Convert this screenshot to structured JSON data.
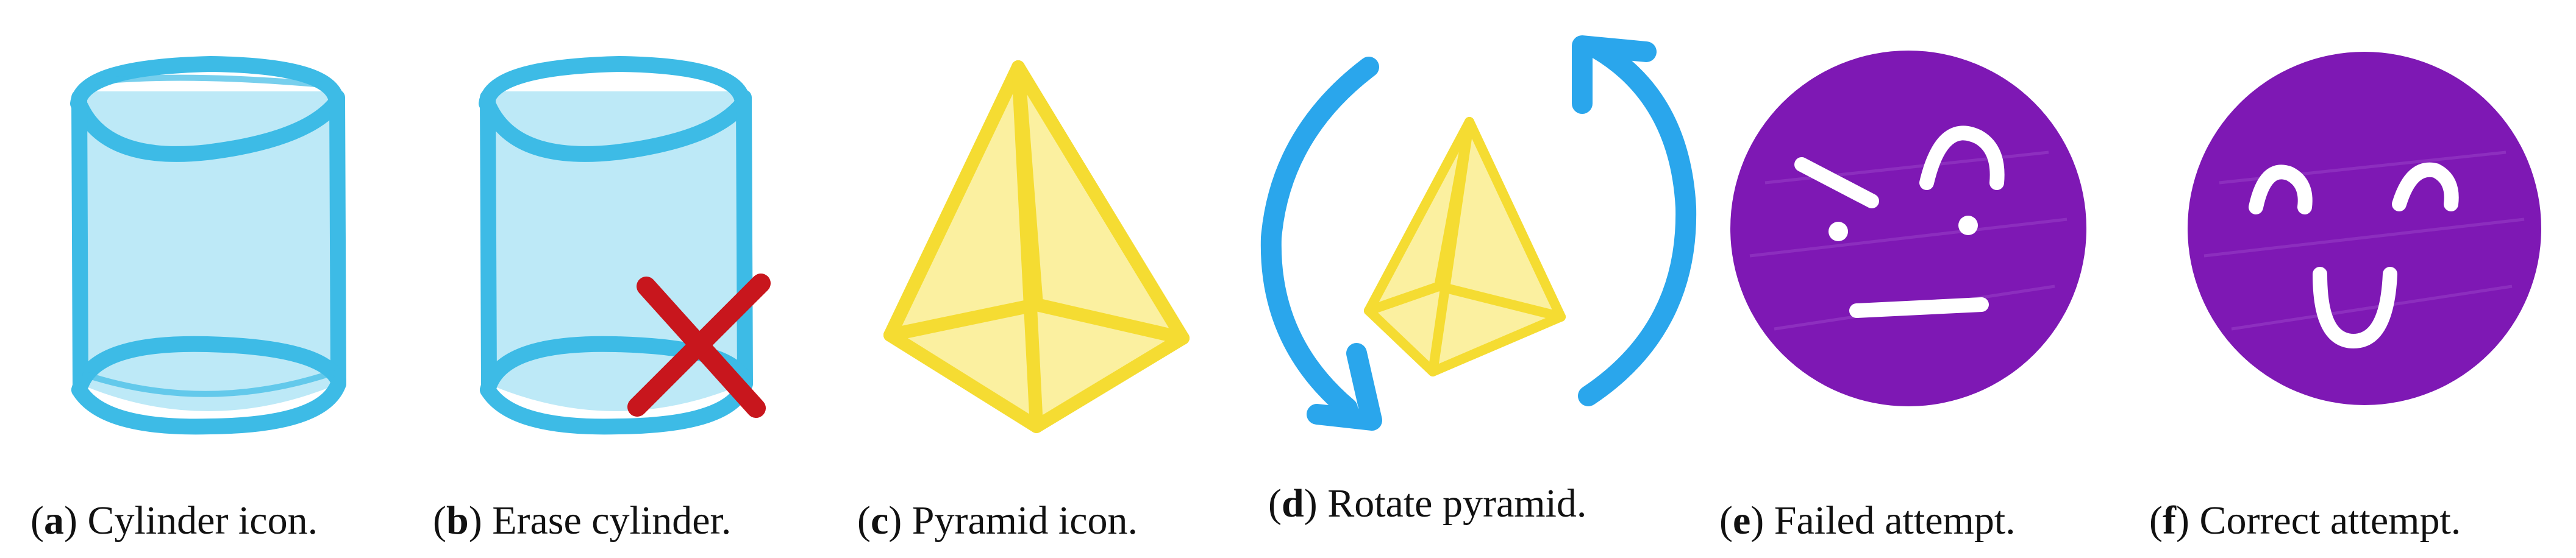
{
  "colors": {
    "cylinder_fill": "#bde9f7",
    "cylinder_stroke": "#3dbbe6",
    "erase_mark": "#c8161d",
    "pyramid_fill": "#fbf0a0",
    "pyramid_stroke": "#f5dc32",
    "rotate_arrow": "#2aa6ec",
    "face_fill": "#7e18b4",
    "face_features": "#ffffff"
  },
  "panels": [
    {
      "id": "a",
      "icon": "cylinder-icon",
      "caption": {
        "letter": "a",
        "text": " Cylinder icon."
      }
    },
    {
      "id": "b",
      "icon": "erase-cylinder-icon",
      "caption": {
        "letter": "b",
        "text": " Erase cylinder."
      }
    },
    {
      "id": "c",
      "icon": "pyramid-icon",
      "caption": {
        "letter": "c",
        "text": " Pyramid icon."
      }
    },
    {
      "id": "d",
      "icon": "rotate-pyramid-icon",
      "caption": {
        "letter": "d",
        "text": " Rotate pyramid."
      }
    },
    {
      "id": "e",
      "icon": "frowning-face-icon",
      "caption": {
        "letter": "e",
        "text": " Failed attempt."
      }
    },
    {
      "id": "f",
      "icon": "smiling-face-icon",
      "caption": {
        "letter": "f",
        "text": " Correct attempt."
      }
    }
  ]
}
